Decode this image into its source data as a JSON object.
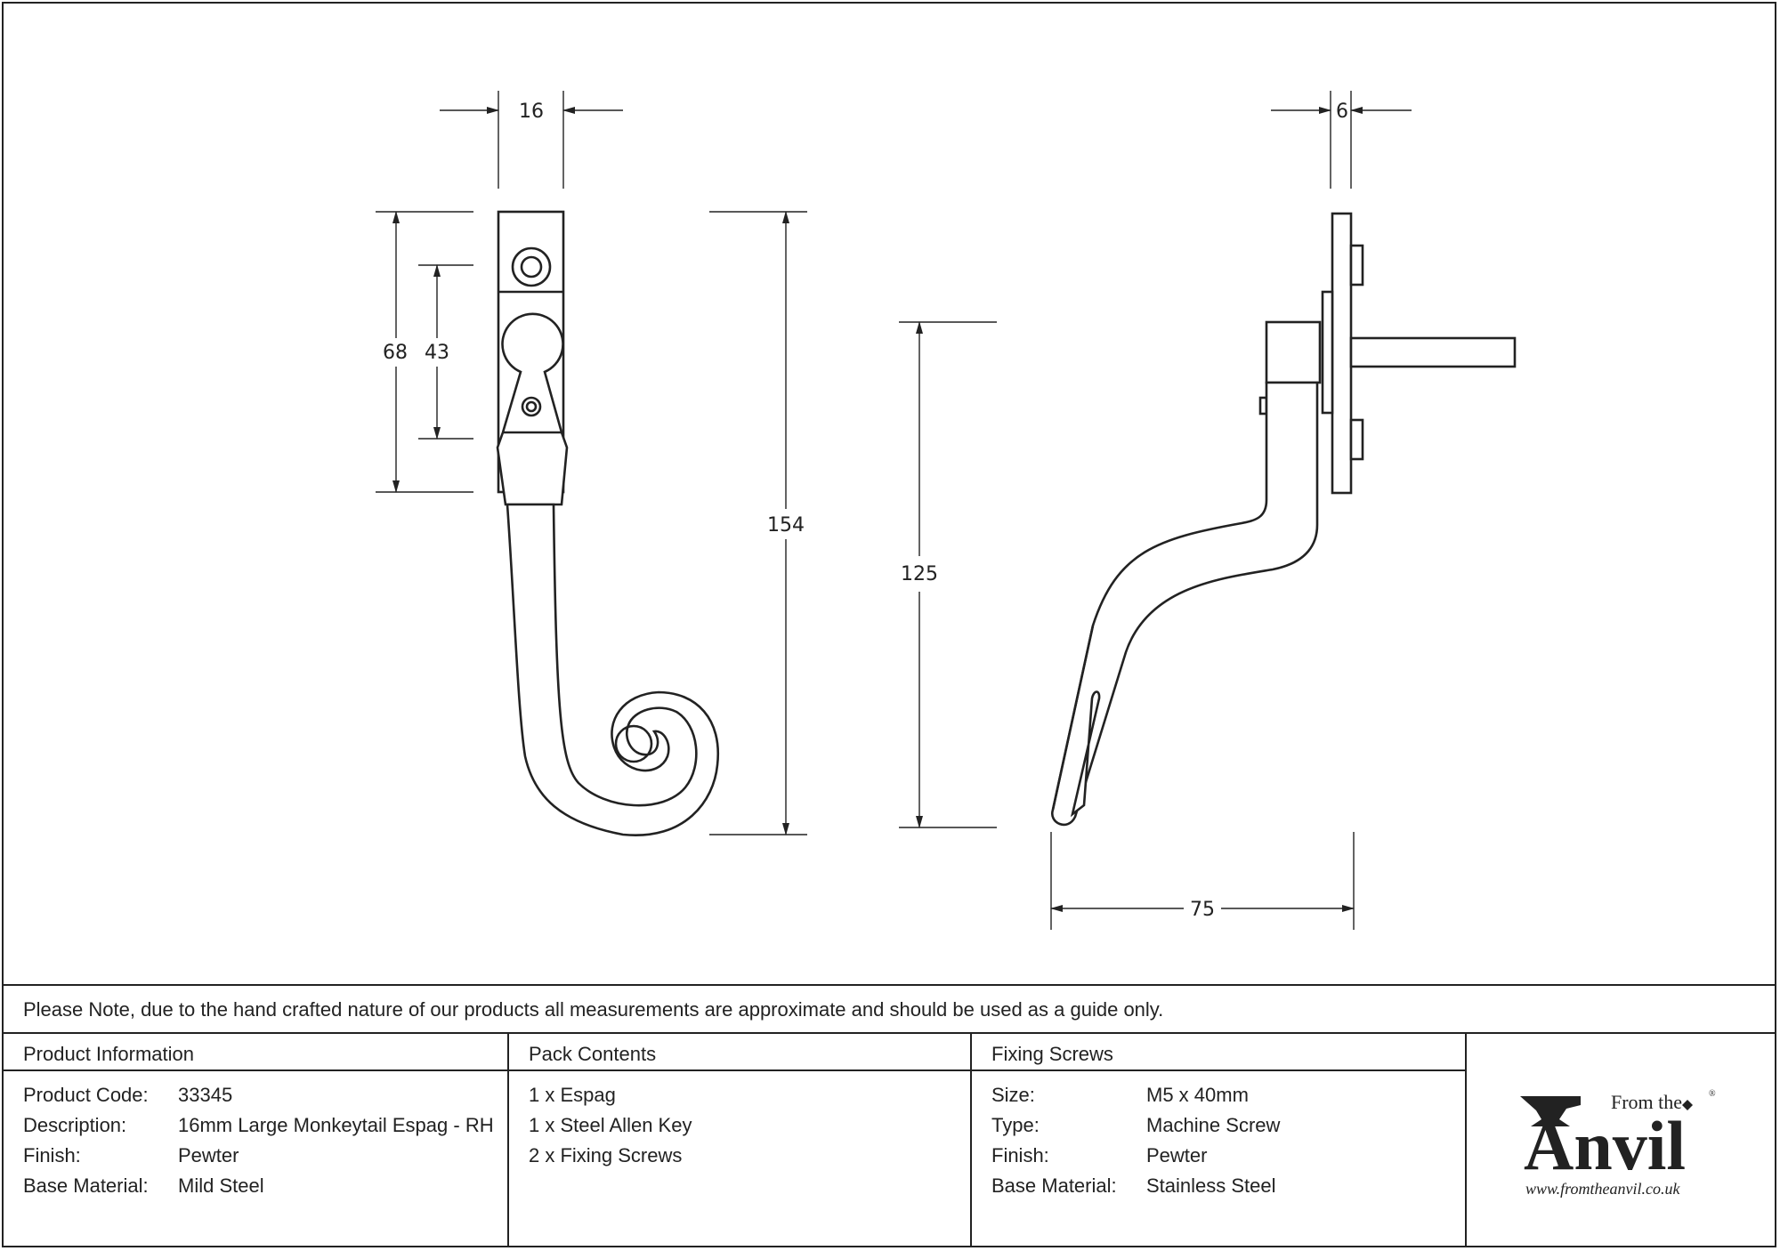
{
  "dimensions": {
    "width_top": "16",
    "depth_top": "6",
    "backplate_height": "68",
    "spindle_spacing": "43",
    "overall_length": "154",
    "handle_drop": "125",
    "projection": "75"
  },
  "note": "Please Note, due to the hand crafted nature of our products all measurements are approximate and should be used as a guide only.",
  "product_info": {
    "title": "Product Information",
    "rows": [
      {
        "key": "Product Code:",
        "value": "33345"
      },
      {
        "key": "Description:",
        "value": "16mm Large Monkeytail Espag - RH"
      },
      {
        "key": "Finish:",
        "value": "Pewter"
      },
      {
        "key": "Base Material:",
        "value": "Mild Steel"
      }
    ]
  },
  "pack_contents": {
    "title": "Pack Contents",
    "items": [
      "1 x Espag",
      "1 x Steel Allen Key",
      "2 x Fixing Screws"
    ]
  },
  "fixing_screws": {
    "title": "Fixing Screws",
    "rows": [
      {
        "key": "Size:",
        "value": "M5 x 40mm"
      },
      {
        "key": "Type:",
        "value": "Machine Screw"
      },
      {
        "key": "Finish:",
        "value": "Pewter"
      },
      {
        "key": "Base Material:",
        "value": "Stainless Steel"
      }
    ]
  },
  "logo": {
    "from_the": "From the",
    "brand": "Anvil",
    "registered": "®",
    "url": "www.fromtheanvil.co.uk"
  }
}
